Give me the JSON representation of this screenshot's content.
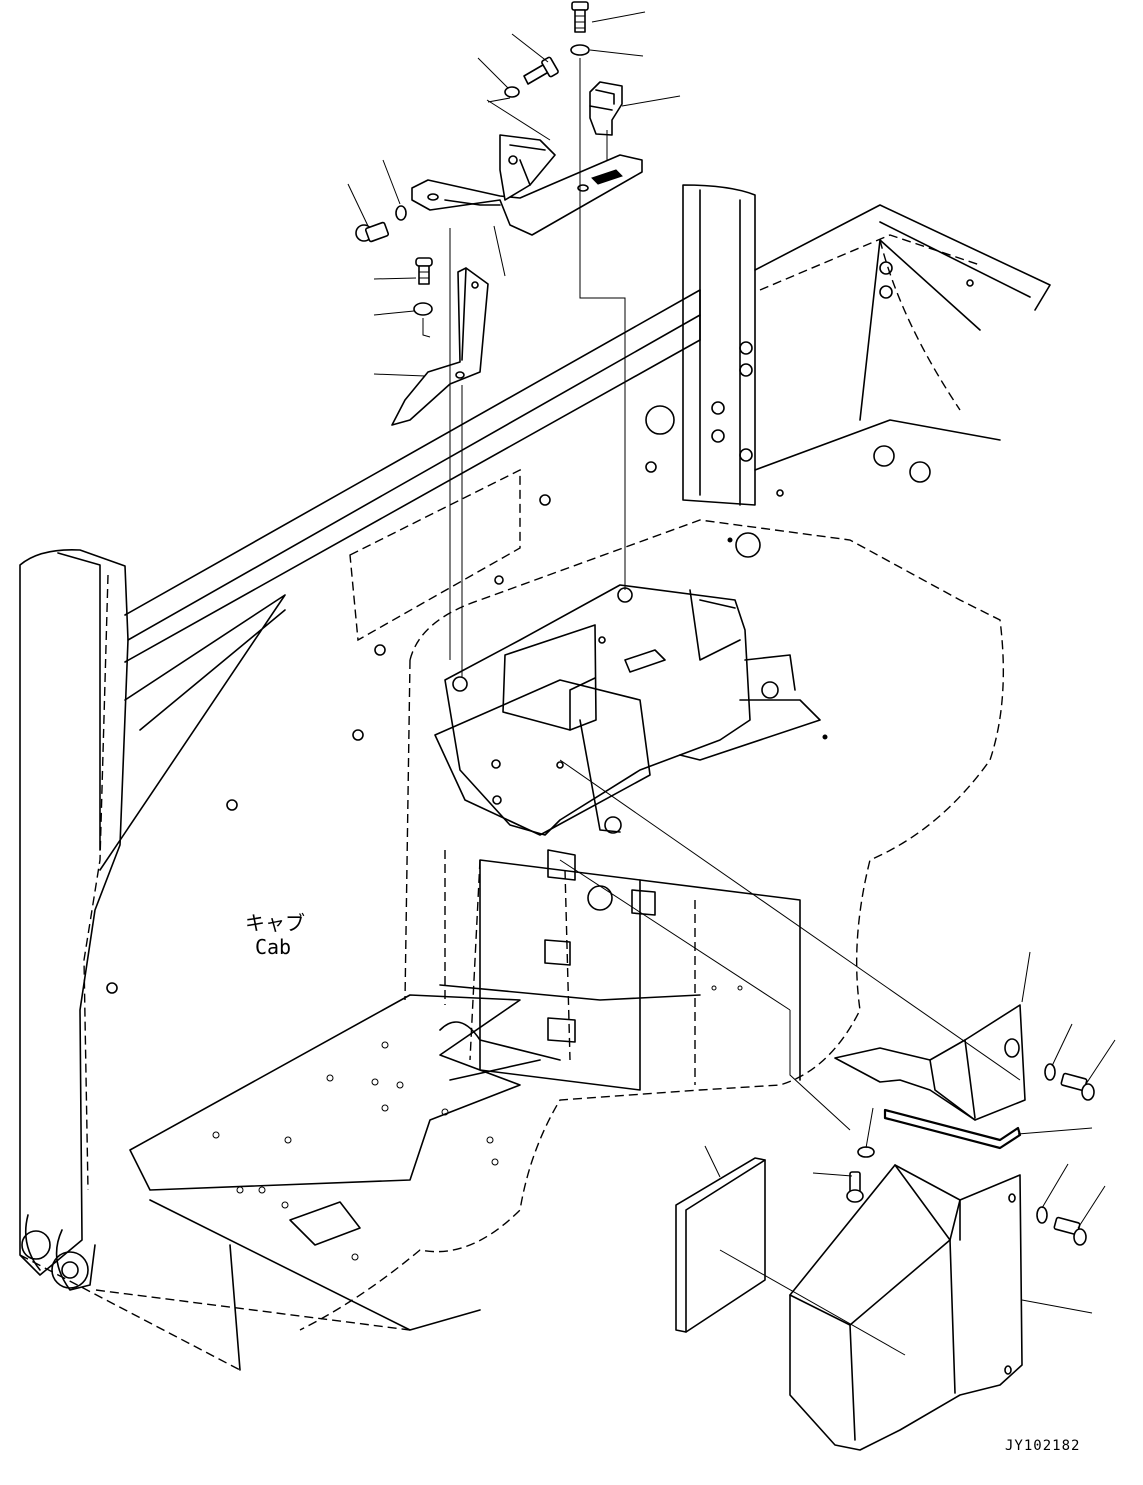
{
  "labels": {
    "cab_jp": "キャブ",
    "cab_en": "Cab",
    "drawing_number": "JY102182"
  }
}
